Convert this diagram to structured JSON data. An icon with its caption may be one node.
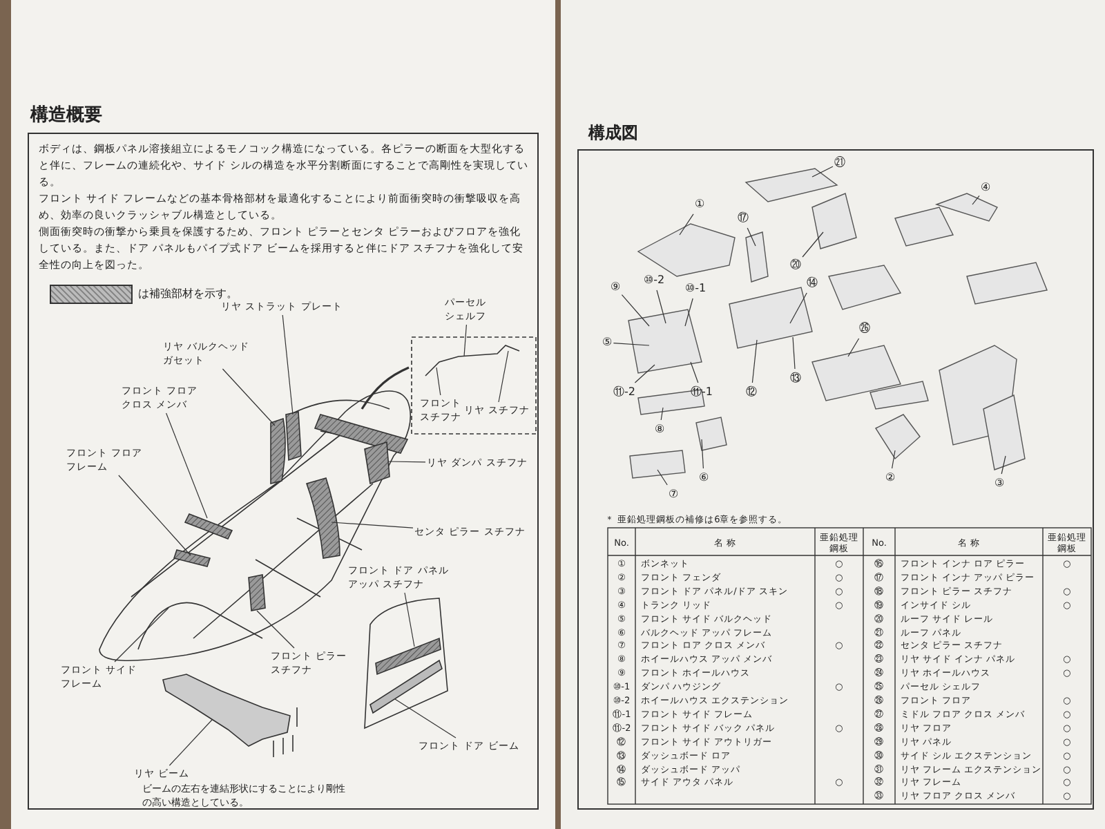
{
  "diagram": {
    "title": "構造概要",
    "nodes": [
      {
        "text": [
          "リヤ ストラット プレート"
        ]
      },
      {
        "text": [
          "リヤ バルクヘッドガセット"
        ]
      },
      {
        "text": [
          "フロント フロアクロス メンバ"
        ]
      },
      {
        "text": [
          "フロント フロアフレーム"
        ]
      },
      {
        "text": [
          "パーセルシェルフ"
        ]
      },
      {
        "text": [
          "フロントスチフナ"
        ]
      },
      {
        "text": [
          "リヤ スチフナ"
        ]
      },
      {
        "text": [
          "リヤ ダンパ スチフナ"
        ]
      },
      {
        "text": [
          "センタ ピラー スチフナ"
        ]
      },
      {
        "text": [
          "フロント サイドフレーム"
        ]
      },
      {
        "text": [
          "フロント ピラースチフナ"
        ]
      },
      {
        "text": [
          "フロント ドア パネルアッパ スチフナ"
        ]
      },
      {
        "text": [
          "フロント ドア ビーム"
        ]
      },
      {
        "text": [
          "リヤ ビーム"
        ],
        "beside": [
          "ビームの左右を連結形状にすることにより剛性の高い構造としている。"
        ]
      },
      {
        "text": [
          "①"
        ]
      },
      {
        "text": [
          "㉑"
        ]
      },
      {
        "text": [
          "④"
        ]
      },
      {
        "text": [
          "⑰"
        ]
      },
      {
        "text": [
          "⑳"
        ]
      },
      {
        "text": [
          "⑨"
        ]
      },
      {
        "text": [
          "⑩-2"
        ]
      },
      {
        "text": [
          "⑩-1"
        ]
      },
      {
        "text": [
          "⑤"
        ]
      },
      {
        "text": [
          "⑭"
        ]
      },
      {
        "text": [
          "⑪-2"
        ]
      },
      {
        "text": [
          "⑪-1"
        ]
      },
      {
        "text": [
          "⑫"
        ]
      },
      {
        "text": [
          "⑬"
        ]
      },
      {
        "text": [
          "⑧"
        ]
      },
      {
        "text": [
          "⑥"
        ]
      },
      {
        "text": [
          "⑦"
        ]
      },
      {
        "text": [
          "②"
        ]
      },
      {
        "text": [
          "③"
        ]
      },
      {
        "text": [
          "㉖"
        ]
      },
      {
        "text": [],
        "shape": "picture"
      }
    ],
    "edges": [
      {
        "from": 0,
        "to": null,
        "arrow": "none"
      },
      {
        "from": 1,
        "to": null,
        "arrow": "none"
      },
      {
        "from": 2,
        "to": null,
        "arrow": "none"
      },
      {
        "from": 3,
        "to": null,
        "arrow": "none"
      },
      {
        "from": 4,
        "to": null,
        "arrow": "none"
      },
      {
        "from": 5,
        "to": null,
        "arrow": "none"
      },
      {
        "from": 6,
        "to": null,
        "arrow": "none"
      },
      {
        "from": 7,
        "to": null,
        "arrow": "none"
      },
      {
        "from": 8,
        "to": null,
        "arrow": "none"
      },
      {
        "from": 9,
        "to": null,
        "arrow": "none"
      },
      {
        "from": 10,
        "to": null,
        "arrow": "none"
      },
      {
        "from": 11,
        "to": null,
        "arrow": "none"
      },
      {
        "from": 12,
        "to": null,
        "arrow": "none"
      },
      {
        "from": 13,
        "to": 34,
        "arrow": "none"
      },
      {
        "from": 14,
        "to": null,
        "arrow": "none"
      },
      {
        "from": 15,
        "to": null,
        "arrow": "none"
      },
      {
        "from": 16,
        "to": null,
        "arrow": "none"
      },
      {
        "from": 17,
        "to": null,
        "arrow": "none"
      },
      {
        "from": 18,
        "to": null,
        "arrow": "none"
      },
      {
        "from": 19,
        "to": null,
        "arrow": "none"
      },
      {
        "from": 20,
        "to": null,
        "arrow": "none"
      },
      {
        "from": 21,
        "to": null,
        "arrow": "none"
      },
      {
        "from": 22,
        "to": null,
        "arrow": "none"
      },
      {
        "from": 23,
        "to": null,
        "arrow": "none"
      },
      {
        "from": 24,
        "to": null,
        "arrow": "none"
      },
      {
        "from": 25,
        "to": null,
        "arrow": "none"
      },
      {
        "from": 26,
        "to": null,
        "arrow": "none"
      },
      {
        "from": 27,
        "to": null,
        "arrow": "none"
      },
      {
        "from": 28,
        "to": null,
        "arrow": "none"
      },
      {
        "from": 29,
        "to": null,
        "arrow": "none"
      },
      {
        "from": 30,
        "to": null,
        "arrow": "none"
      },
      {
        "from": 31,
        "to": null,
        "arrow": "none"
      },
      {
        "from": 32,
        "to": null,
        "arrow": "none"
      },
      {
        "from": 33,
        "to": null,
        "arrow": "none"
      }
    ],
    "labels": [
      "ボディは、鋼板パネル溶接組立によるモノコック構造になっている。各ピラーの断面を大型化すると伴に、フレームの連続化や、サイド シルの構造を水平分割断面にすることで高剛性を実現している。",
      "フロント サイド フレームなどの基本骨格部材を最適化することにより前面衝突時の衝撃吸収を高め、効率の良いクラッシャブル構造としている。",
      "側面衝突時の衝撃から乗員を保護するため、フロント ピラーとセンタ ピラーおよびフロアを強化している。また、ドア パネルもパイプ式ドア ビームを採用すると伴にドア スチフナを強化して安全性の向上を図った。",
      "構成図",
      "＊ 亜鉛処理鋼板の補修は6章を参照する。",
      "No.",
      "名 称",
      "亜鉛処理鋼板",
      "No.",
      "名 称",
      "亜鉛処理鋼板",
      "①",
      "ボンネット",
      "○",
      "⑯",
      "フロント インナ ロア ピラー",
      "○",
      "②",
      "フロント フェンダ",
      "○",
      "⑰",
      "フロント インナ アッパ ピラー",
      "③",
      "フロント ドア パネル/ドア スキン",
      "○",
      "⑱",
      "フロント ピラー スチフナ",
      "○",
      "④",
      "トランク リッド",
      "○",
      "⑲",
      "インサイド シル",
      "○",
      "⑤",
      "フロント サイド バルクヘッド",
      "⑳",
      "ルーフ サイド レール",
      "⑥",
      "バルクヘッド アッパ フレーム",
      "㉑",
      "ルーフ パネル",
      "⑦",
      "フロント ロア クロス メンバ",
      "○",
      "㉒",
      "センタ ピラー スチフナ",
      "⑧",
      "ホイールハウス アッパ メンバ",
      "㉓",
      "リヤ サイド インナ パネル",
      "○",
      "⑨",
      "フロント ホイールハウス",
      "㉔",
      "リヤ ホイールハウス",
      "○",
      "⑩-1",
      "ダンパ ハウジング",
      "○",
      "㉕",
      "パーセル シェルフ",
      "⑩-2",
      "ホイールハウス エクステンション",
      "㉖",
      "フロント フロア",
      "○",
      "⑪-1",
      "フロント サイド フレーム",
      "㉗",
      "ミドル フロア クロス メンバ",
      "○",
      "⑪-2",
      "フロント サイド バック パネル",
      "○",
      "㉘",
      "リヤ フロア",
      "○",
      "⑫",
      "フロント サイド アウトリガー",
      "㉙",
      "リヤ パネル",
      "○",
      "⑬",
      "ダッシュボード ロア",
      "㉚",
      "サイド シル エクステンション",
      "○",
      "⑭",
      "ダッシュボード アッパ",
      "㉛",
      "リヤ フレーム エクステンション",
      "○",
      "⑮",
      "サイド アウタ パネル",
      "○",
      "㉜",
      "リヤ フレーム",
      "○",
      "㉝",
      "リヤ フロア クロス メンバ",
      "○"
    ],
    "legend": [
      {
        "text": "は補強部材を示す。"
      }
    ]
  }
}
